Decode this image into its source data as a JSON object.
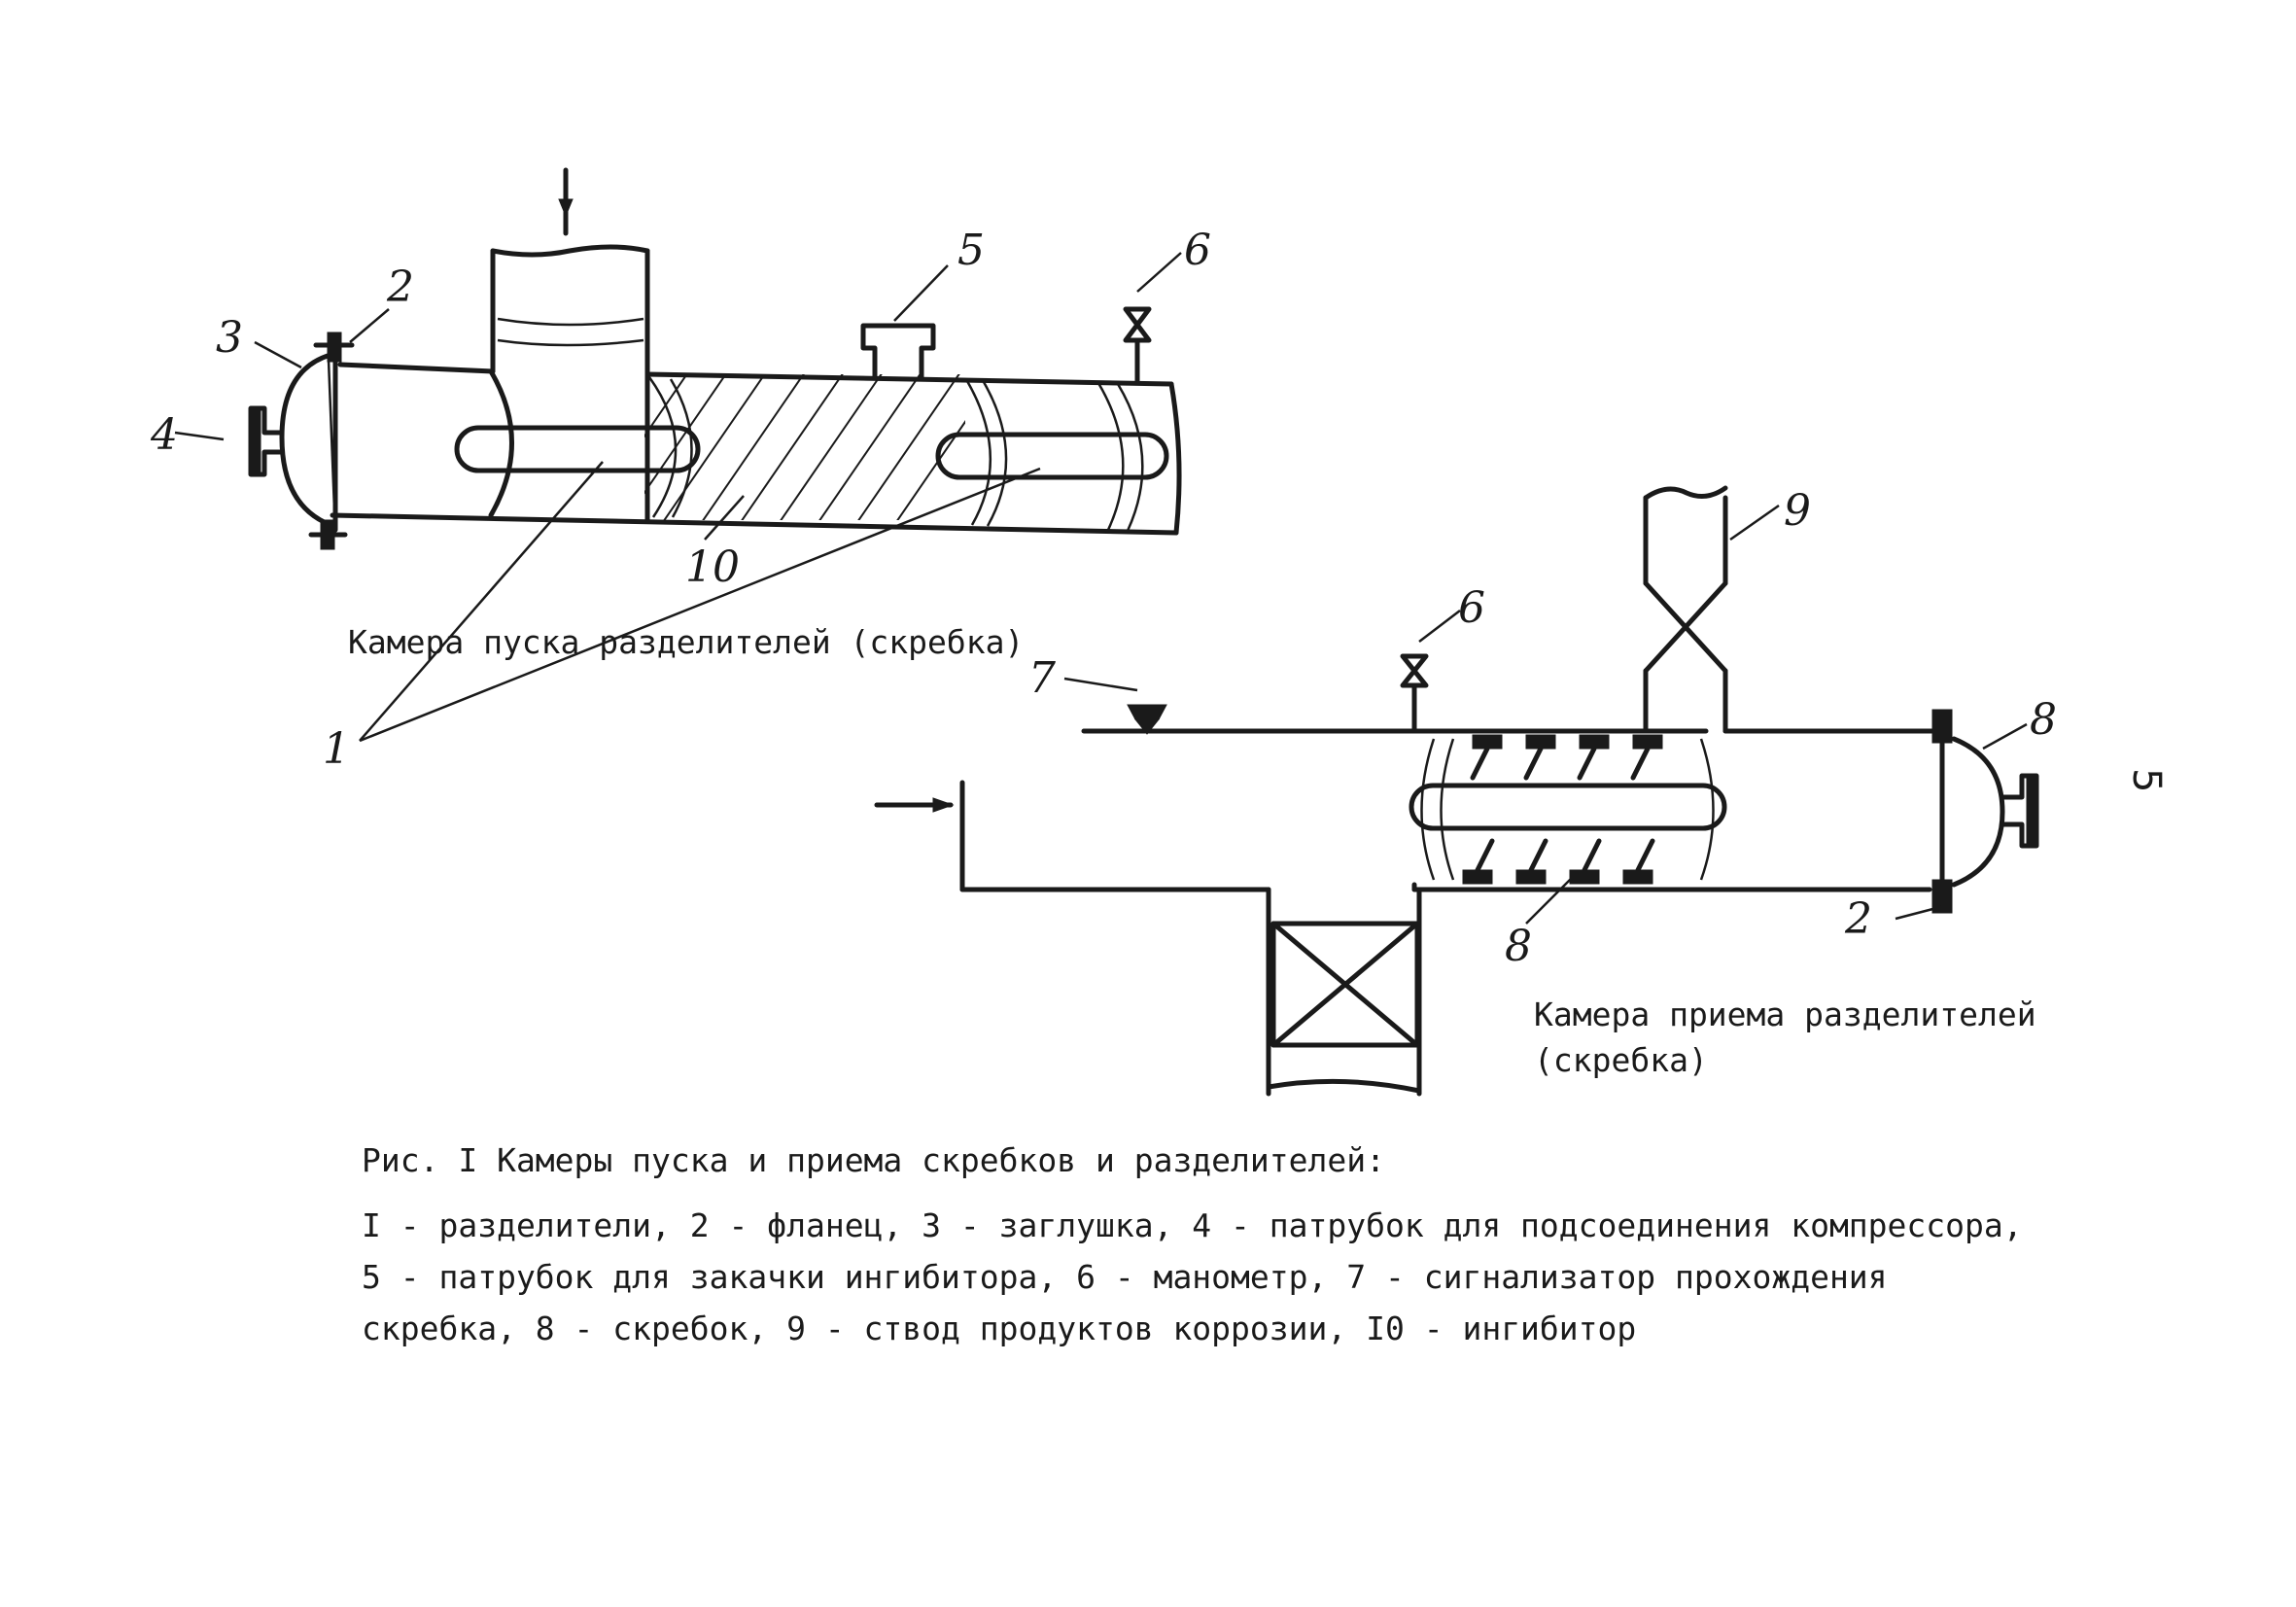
{
  "labels": {
    "launch_chamber": "Камера пуска разделителей (скребка)",
    "receive_chamber_line1": "Камера приема разделителей",
    "receive_chamber_line2": "(скребка)"
  },
  "numbers": {
    "n1": "1",
    "n2": "2",
    "n3": "3",
    "n4": "4",
    "n5": "5",
    "n6": "6",
    "n7": "7",
    "n8": "8",
    "n9": "9",
    "n10": "10"
  },
  "caption": {
    "title": "Рис. I  Камеры пуска и приема скребков и разделителей:",
    "line1": "I - разделители, 2 - фланец, 3 - заглушка, 4 - патрубок для подсоединения компрессора,",
    "line2": "5 - патрубок для закачки ингибитора, 6 - манометр, 7 - сигнализатор прохождения",
    "line3": "скребка, 8 - скребок, 9 - ствод продуктов коррозии, I0 - ингибитор"
  },
  "page_number": "5"
}
